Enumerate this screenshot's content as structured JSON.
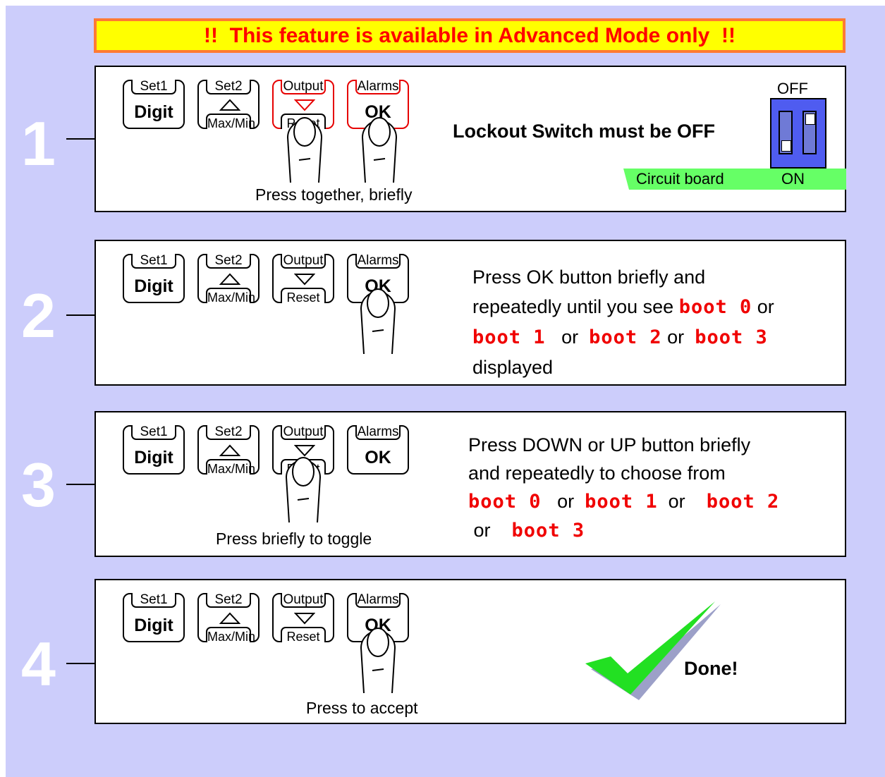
{
  "banner": "!!  This feature is available in Advanced Mode only  !!",
  "keys": {
    "set1_top": "Set1",
    "set1_main": "Digit",
    "set2_top": "Set2",
    "set2_bottom": "Max/Min",
    "output_top": "Output",
    "output_bottom": "Reset",
    "alarms_top": "Alarms",
    "alarms_main": "OK"
  },
  "steps": [
    {
      "number": "1",
      "caption": "Press together, briefly",
      "lockout": "Lockout Switch must be OFF",
      "switch_off": "OFF",
      "switch_on": "ON",
      "board": "Circuit board"
    },
    {
      "number": "2",
      "line1": "Press OK button briefly and",
      "line2": "repeatedly until you see",
      "boot0": "boot 0",
      "or": "or",
      "boot1": "boot 1",
      "boot2": "boot 2",
      "boot3": "boot 3",
      "line4": "displayed"
    },
    {
      "number": "3",
      "caption": "Press briefly to toggle",
      "line1": "Press DOWN or UP  button briefly",
      "line2": "and repeatedly to choose from",
      "boot0": "boot 0",
      "or": "or",
      "boot1": "boot 1",
      "boot2": "boot 2",
      "boot3": "boot 3"
    },
    {
      "number": "4",
      "caption": "Press to accept",
      "done": "Done!"
    }
  ],
  "colors": {
    "background": "#cccdfb",
    "banner_bg": "#ffff00",
    "banner_border": "#ff7a33",
    "banner_text": "#ff0000",
    "display_red": "#f00000",
    "switch_blue": "#4f5cf0",
    "board_green": "#66ff66",
    "check_green": "#22e022"
  }
}
